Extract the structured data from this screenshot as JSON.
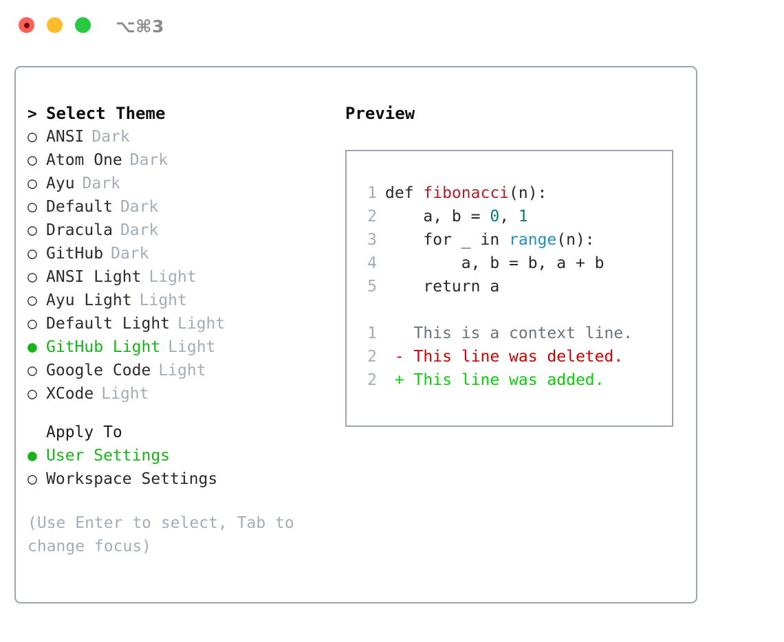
{
  "window": {
    "shortcut": "⌥⌘3",
    "traffic_lights": [
      {
        "name": "close",
        "color": "#FF6159"
      },
      {
        "name": "minimize",
        "color": "#FFBD2E"
      },
      {
        "name": "zoom",
        "color": "#27C93F"
      }
    ]
  },
  "theme_list": {
    "header_marker": ">",
    "header": "Select Theme",
    "selected_color": "#19b319",
    "unselected_marker": "○",
    "selected_marker": "●",
    "items": [
      {
        "name": "ANSI",
        "variant": "Dark",
        "selected": false
      },
      {
        "name": "Atom One",
        "variant": "Dark",
        "selected": false
      },
      {
        "name": "Ayu",
        "variant": "Dark",
        "selected": false
      },
      {
        "name": "Default",
        "variant": "Dark",
        "selected": false
      },
      {
        "name": "Dracula",
        "variant": "Dark",
        "selected": false
      },
      {
        "name": "GitHub",
        "variant": "Dark",
        "selected": false
      },
      {
        "name": "ANSI Light",
        "variant": "Light",
        "selected": false
      },
      {
        "name": "Ayu Light",
        "variant": "Light",
        "selected": false
      },
      {
        "name": "Default Light",
        "variant": "Light",
        "selected": false
      },
      {
        "name": "GitHub Light",
        "variant": "Light",
        "selected": true
      },
      {
        "name": "Google Code",
        "variant": "Light",
        "selected": false
      },
      {
        "name": "XCode",
        "variant": "Light",
        "selected": false
      }
    ]
  },
  "apply_to": {
    "header": "Apply To",
    "items": [
      {
        "name": "User Settings",
        "selected": true
      },
      {
        "name": "Workspace Settings",
        "selected": false
      }
    ]
  },
  "hint": "(Use Enter to select, Tab to change focus)",
  "preview": {
    "title": "Preview",
    "code_lines": [
      {
        "lineno": "1",
        "tokens": [
          {
            "text": "def ",
            "type": "plain"
          },
          {
            "text": "fibonacci",
            "type": "func"
          },
          {
            "text": "(n):",
            "type": "plain"
          }
        ]
      },
      {
        "lineno": "2",
        "tokens": [
          {
            "text": "    a, b = ",
            "type": "plain"
          },
          {
            "text": "0",
            "type": "num"
          },
          {
            "text": ", ",
            "type": "plain"
          },
          {
            "text": "1",
            "type": "num"
          }
        ]
      },
      {
        "lineno": "3",
        "tokens": [
          {
            "text": "    for _ in ",
            "type": "plain"
          },
          {
            "text": "range",
            "type": "builtin"
          },
          {
            "text": "(n):",
            "type": "plain"
          }
        ]
      },
      {
        "lineno": "4",
        "tokens": [
          {
            "text": "        a, b = b, a + b",
            "type": "plain"
          }
        ]
      },
      {
        "lineno": "5",
        "tokens": [
          {
            "text": "    return a",
            "type": "plain"
          }
        ]
      }
    ],
    "diff_lines": [
      {
        "lineno": "1",
        "marker": " ",
        "text": "This is a context line.",
        "type": "ctx"
      },
      {
        "lineno": "2",
        "marker": "-",
        "text": "This line was deleted.",
        "type": "del"
      },
      {
        "lineno": "2",
        "marker": "+",
        "text": "This line was added.",
        "type": "add"
      }
    ]
  }
}
